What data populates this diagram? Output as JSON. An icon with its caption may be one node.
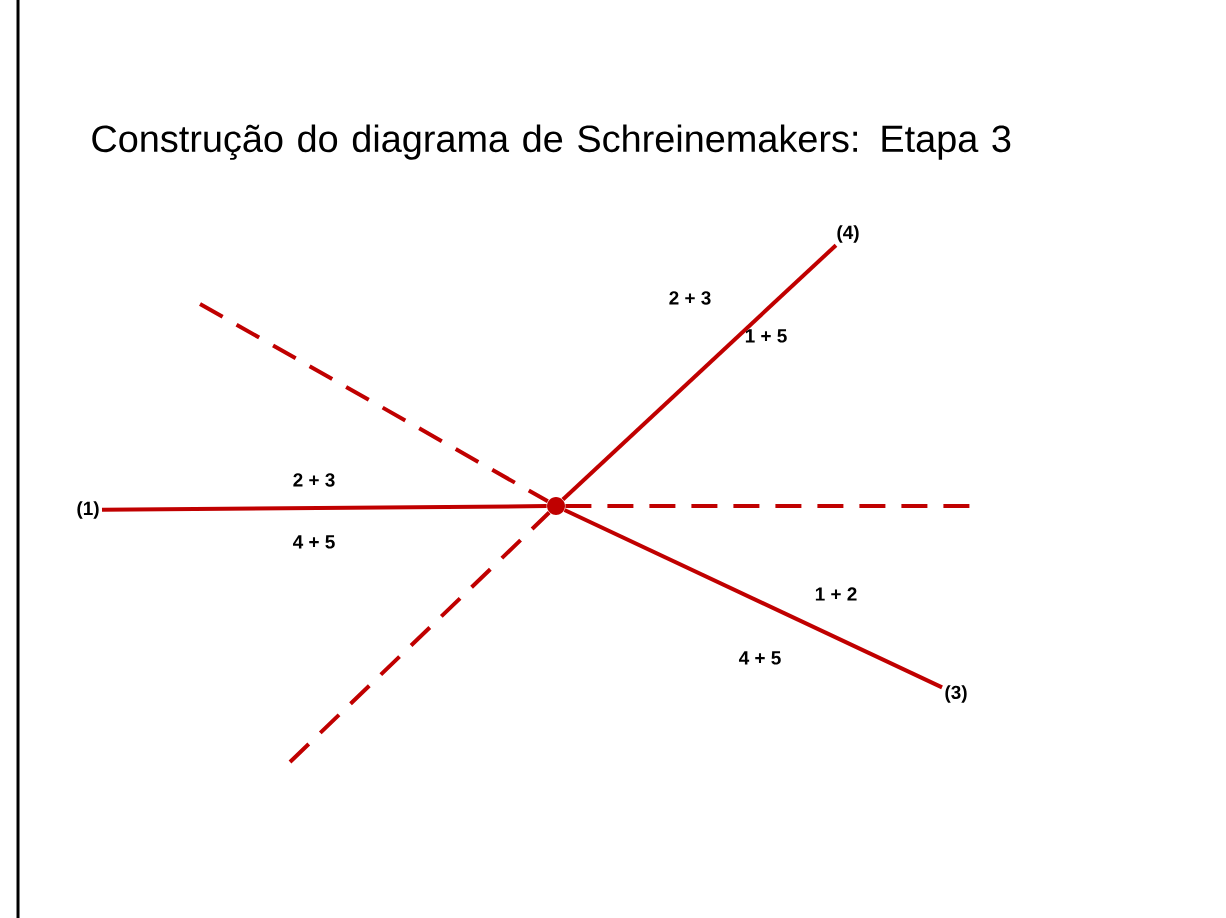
{
  "diagram": {
    "title": "Construção do diagrama de Schreinemakers: Etapa 3",
    "nodes": [
      {
        "text": [
          "(4)"
        ]
      },
      {
        "text": [
          "(1)"
        ]
      },
      {
        "text": [
          "(3)"
        ]
      },
      {
        "text": [],
        "shape": "circle"
      }
    ],
    "edges": [
      {
        "from": 1,
        "to": 3,
        "arrow": "none"
      },
      {
        "from": 3,
        "to": 0,
        "arrow": "none"
      },
      {
        "from": 3,
        "to": 2,
        "arrow": "none"
      },
      {
        "from": null,
        "to": 3,
        "arrow": "none",
        "style": "dashed"
      },
      {
        "from": 3,
        "to": null,
        "arrow": "none",
        "style": "dashed"
      },
      {
        "from": null,
        "to": 3,
        "arrow": "none",
        "style": "dashed"
      }
    ],
    "labels": [
      "2 + 3",
      "1 + 5",
      "2 + 3",
      "4 + 5",
      "1 + 2",
      "4 + 5"
    ]
  }
}
